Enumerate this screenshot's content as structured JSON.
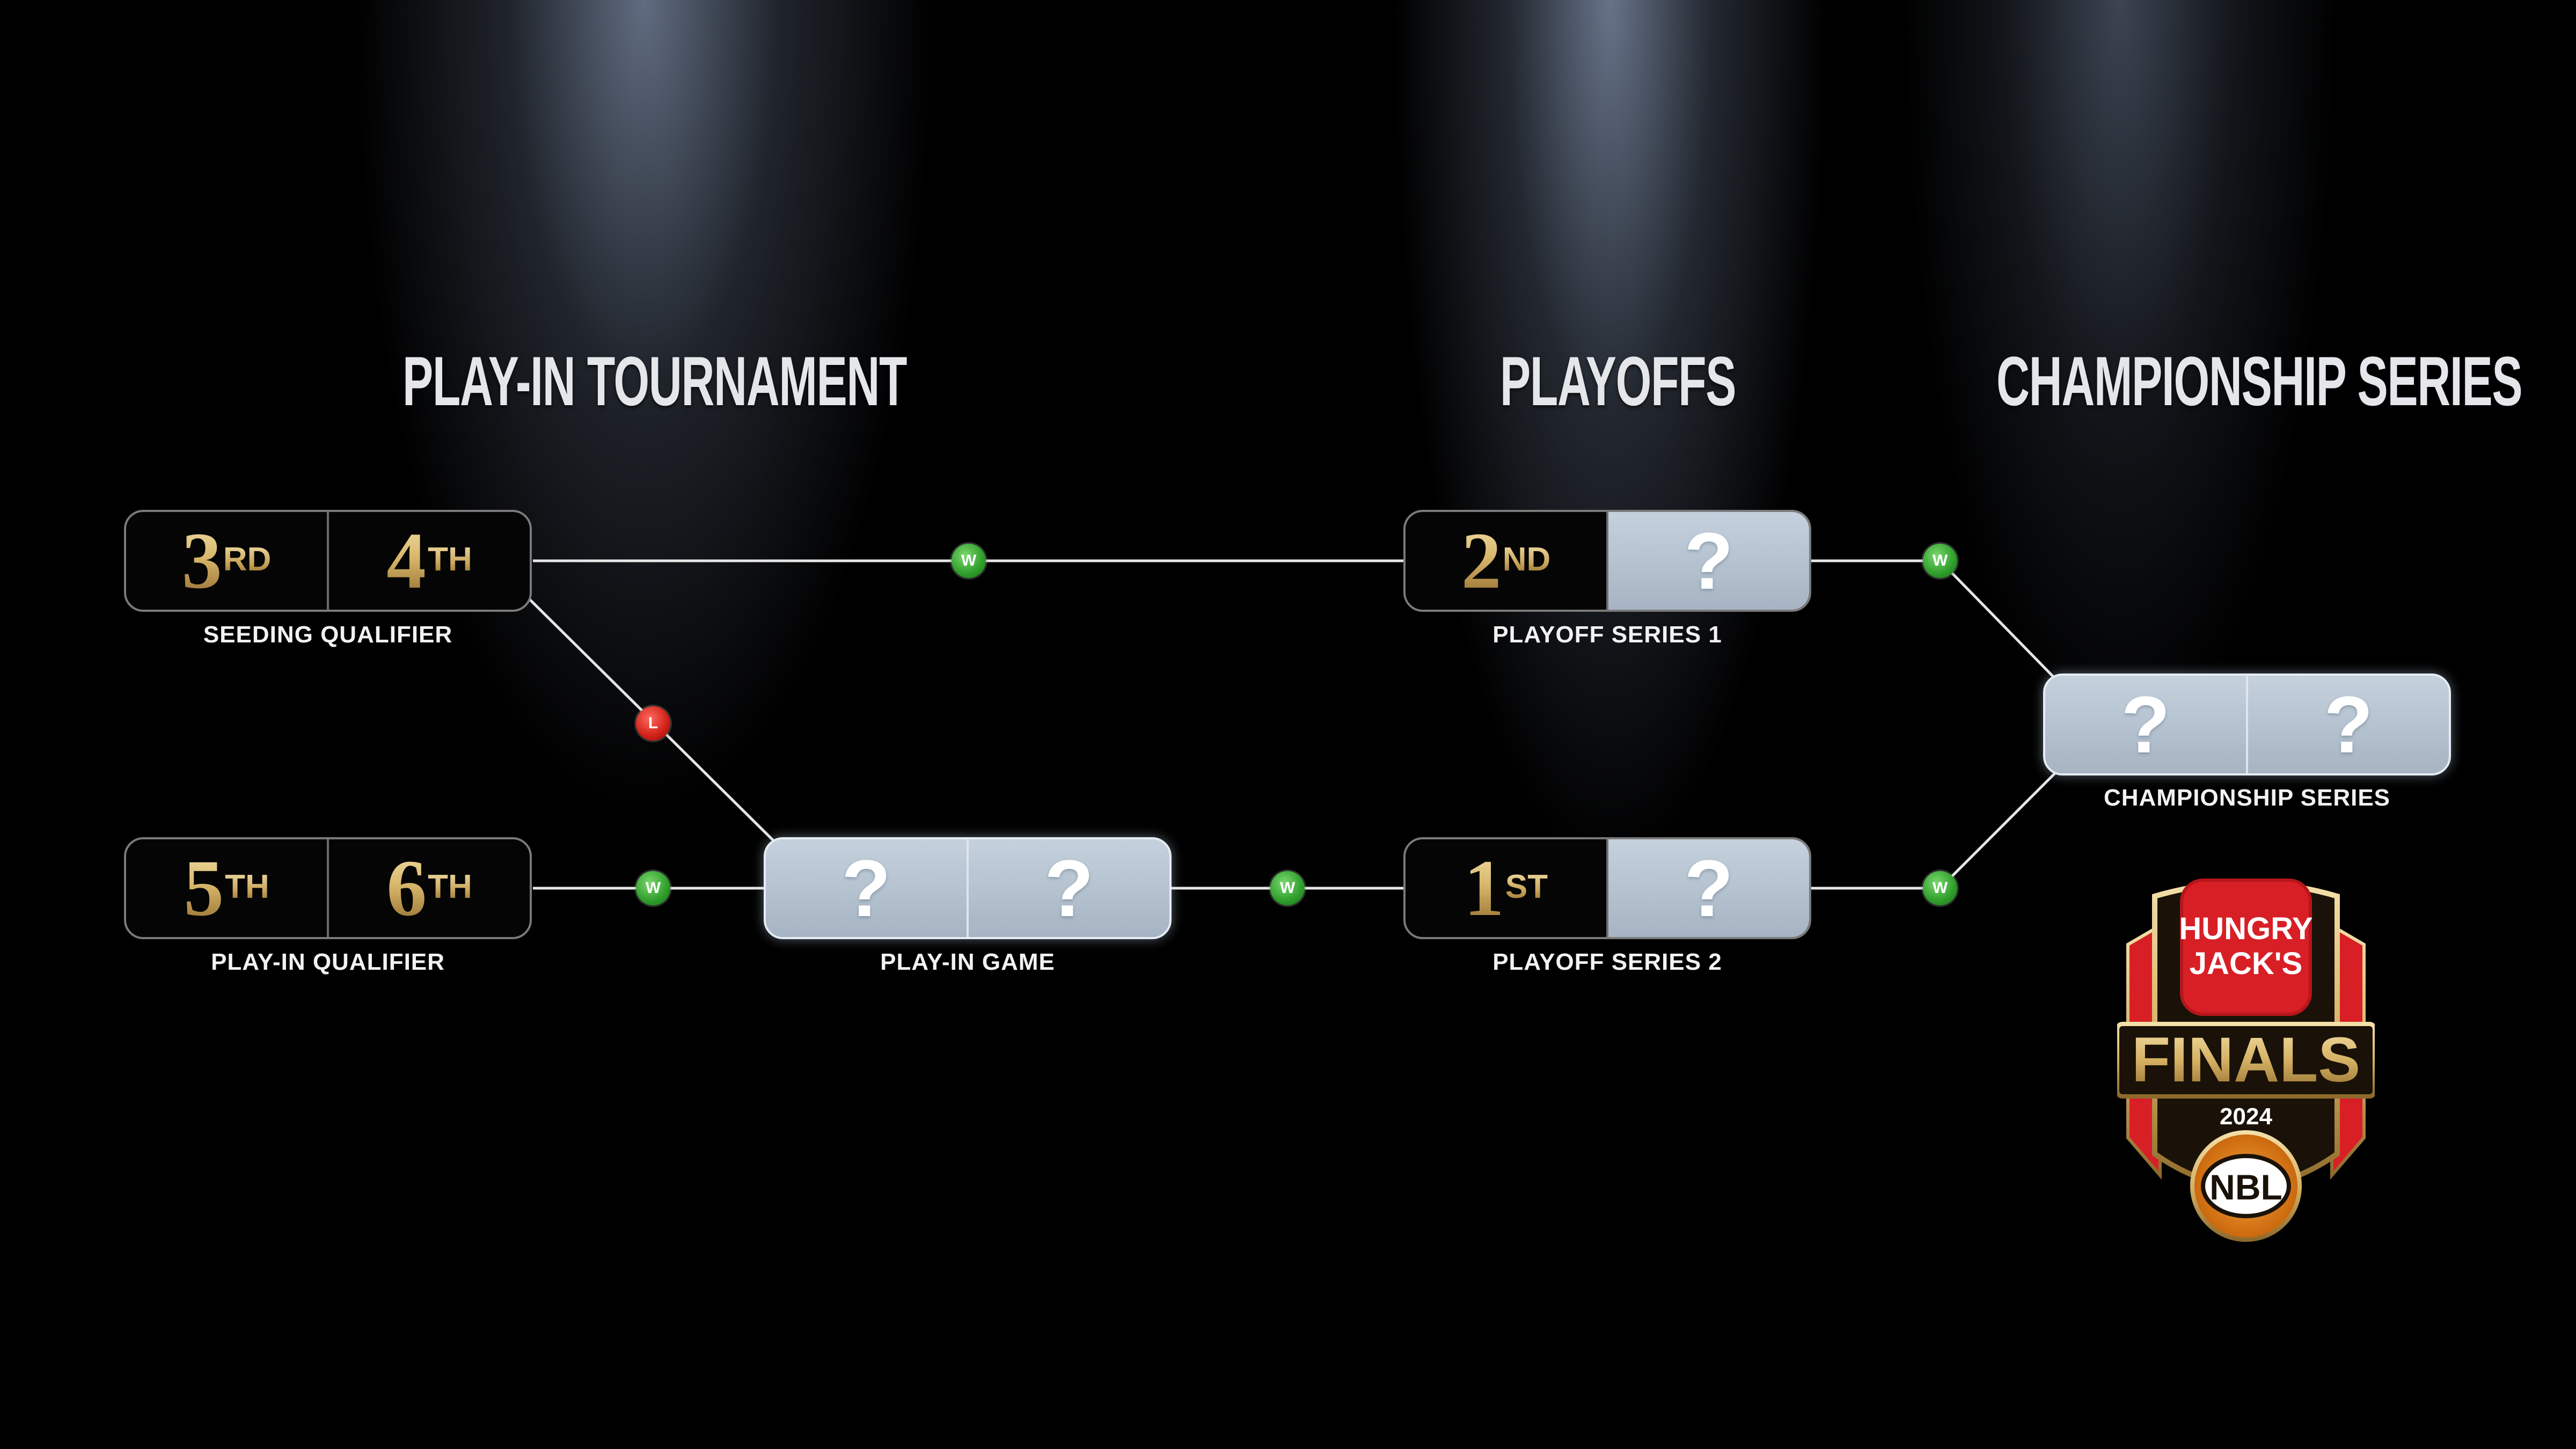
{
  "headers": {
    "play_in": "PLAY-IN TOURNAMENT",
    "playoffs": "PLAYOFFS",
    "championship": "CHAMPIONSHIP SERIES"
  },
  "matchups": {
    "seeding_qualifier": {
      "caption": "SEEDING QUALIFIER",
      "left": {
        "num": "3",
        "suffix": "RD"
      },
      "right": {
        "num": "4",
        "suffix": "TH"
      }
    },
    "play_in_qualifier": {
      "caption": "PLAY-IN QUALIFIER",
      "left": {
        "num": "5",
        "suffix": "TH"
      },
      "right": {
        "num": "6",
        "suffix": "TH"
      }
    },
    "play_in_game": {
      "caption": "PLAY-IN GAME",
      "left": "?",
      "right": "?"
    },
    "playoff_series_1": {
      "caption": "PLAYOFF SERIES 1",
      "left": {
        "num": "2",
        "suffix": "ND"
      },
      "right": "?"
    },
    "playoff_series_2": {
      "caption": "PLAYOFF SERIES 2",
      "left": {
        "num": "1",
        "suffix": "ST"
      },
      "right": "?"
    },
    "championship_series": {
      "caption": "CHAMPIONSHIP SERIES",
      "left": "?",
      "right": "?"
    }
  },
  "markers": {
    "win": "W",
    "loss": "L"
  },
  "logo": {
    "brand_line1": "HUNGRY",
    "brand_line2": "JACK'S",
    "title": "FINALS",
    "year": "2024",
    "league": "NBL"
  },
  "colors": {
    "gold": "#d9b86c",
    "pending_box": "#b3c0cd",
    "win": "#2e9d2a",
    "loss": "#cf1f17",
    "logo_red": "#d81f26",
    "logo_orange": "#f39c12"
  }
}
